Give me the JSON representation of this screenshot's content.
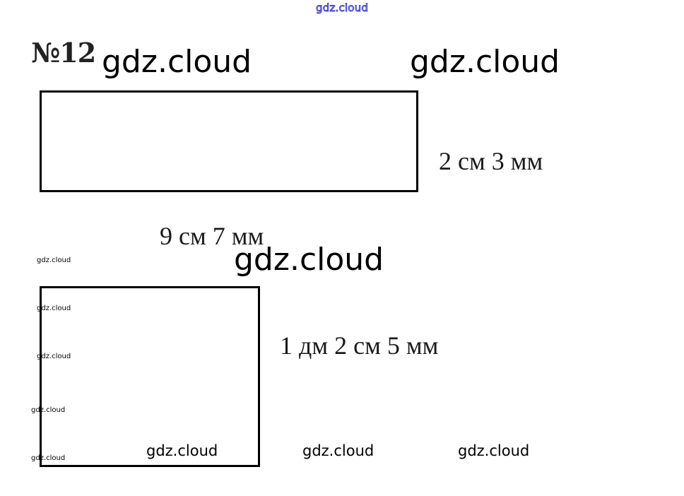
{
  "header": {
    "watermark": "gdz.cloud"
  },
  "task": {
    "number": "№12"
  },
  "watermarks": {
    "big_left": "gdz.cloud",
    "big_right": "gdz.cloud",
    "big_center": "gdz.cloud",
    "small_1": "gdz.cloud",
    "small_2": "gdz.cloud",
    "small_3": "gdz.cloud",
    "small_4": "gdz.cloud",
    "small_5": "gdz.cloud",
    "bottom_1": "gdz.cloud",
    "bottom_2": "gdz.cloud",
    "bottom_3": "gdz.cloud"
  },
  "rectangle1": {
    "height_label": "2 см 3 мм",
    "width_label": "9 см 7 мм"
  },
  "rectangle2": {
    "side_label": "1 дм 2 см 5 мм"
  }
}
